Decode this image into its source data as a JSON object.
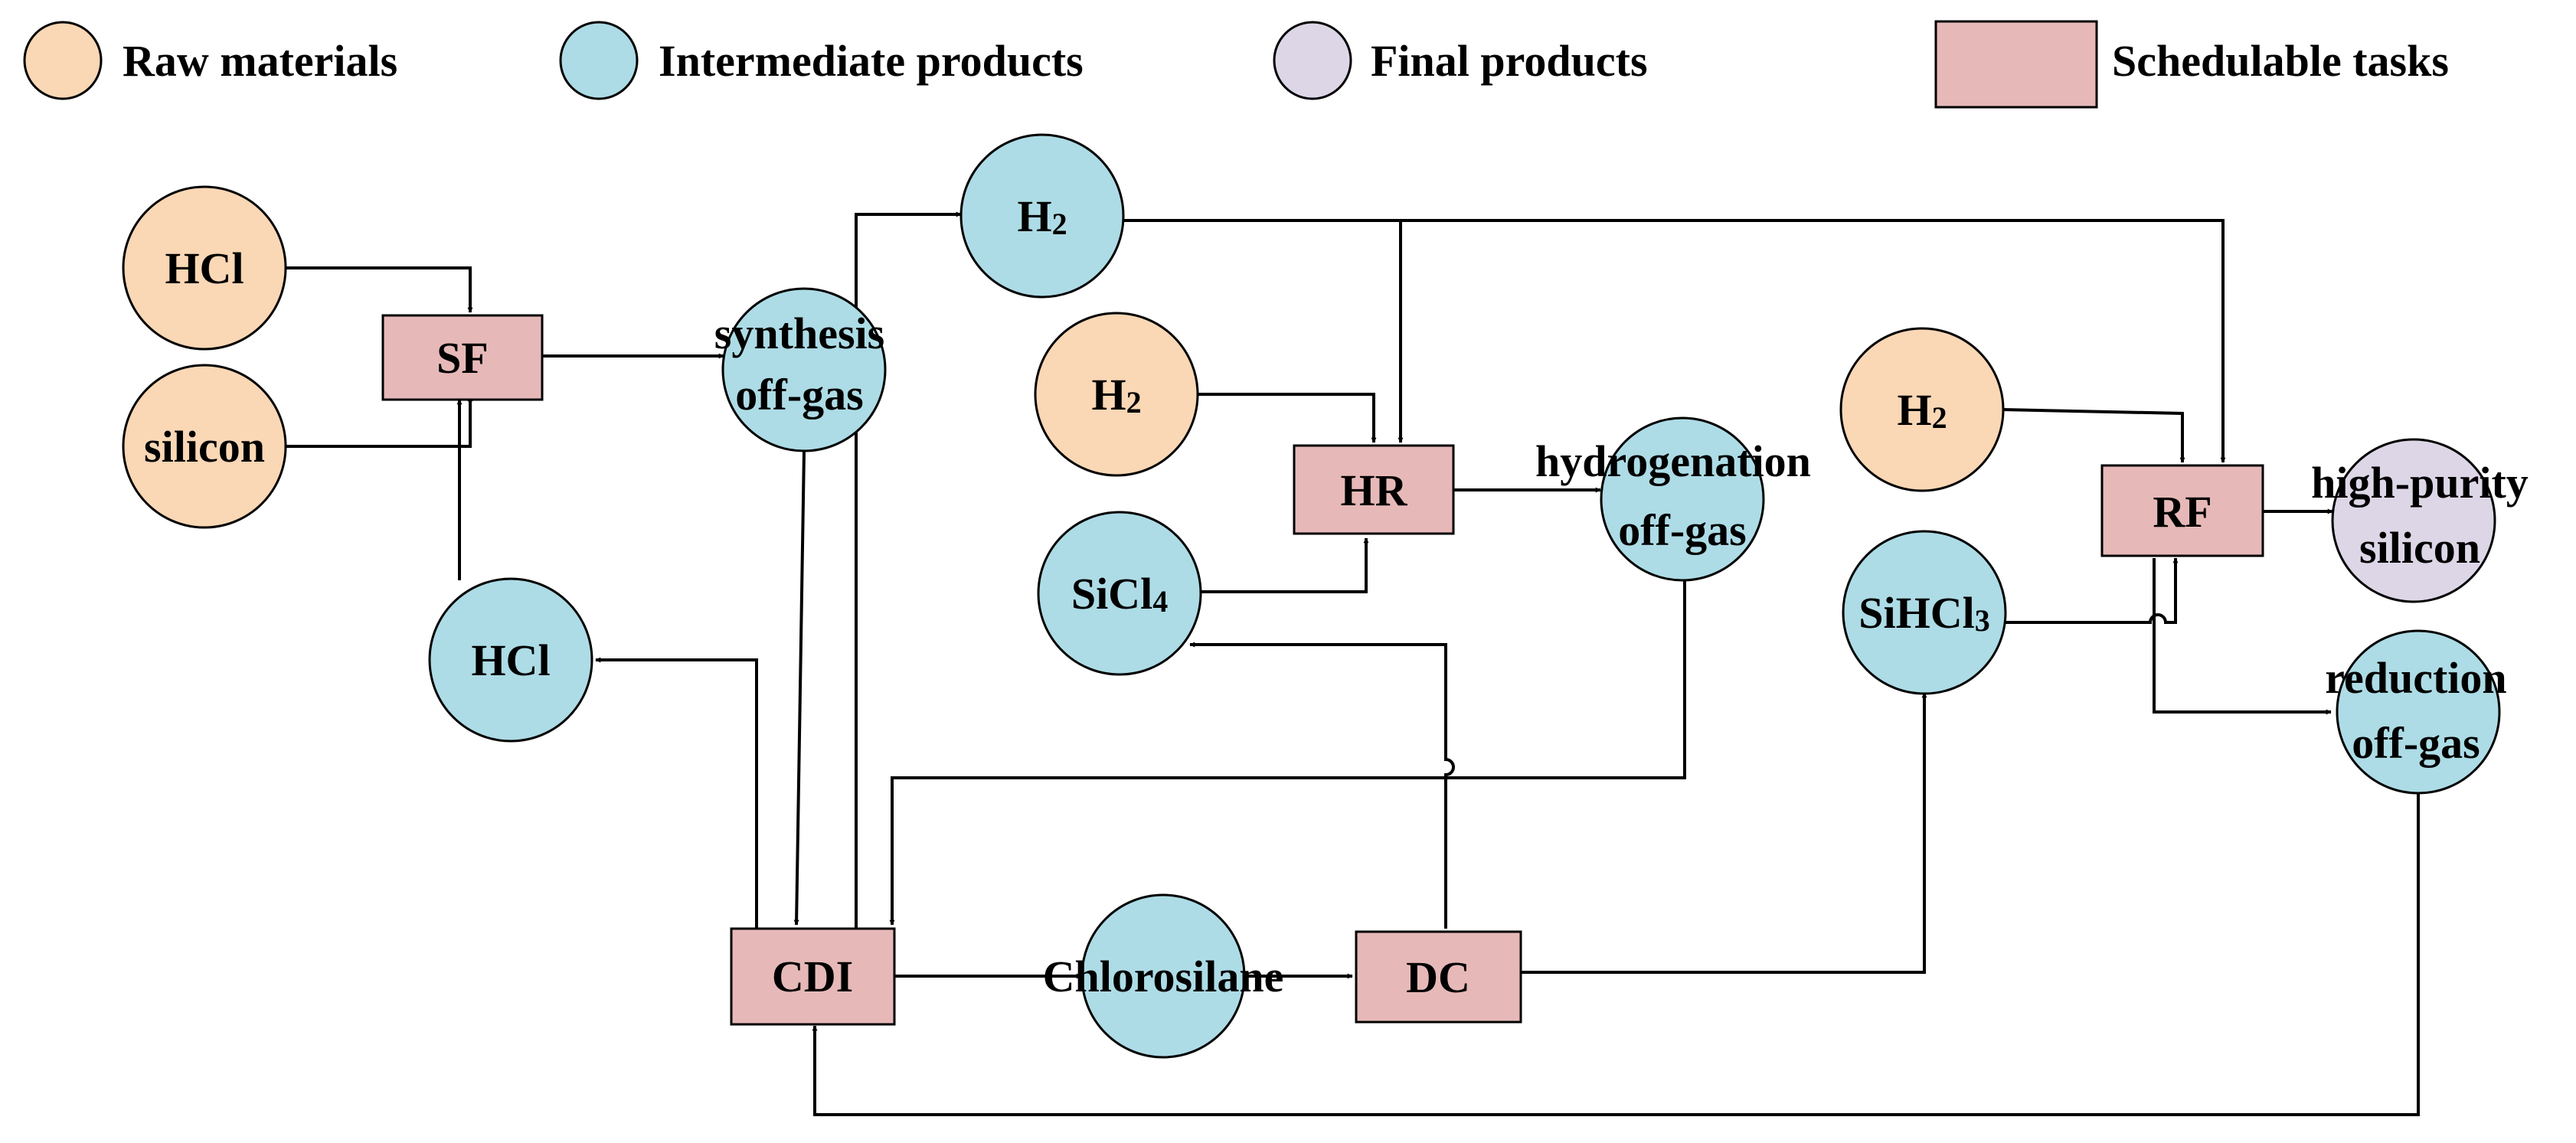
{
  "legend": {
    "raw": "Raw materials",
    "intermediate": "Intermediate products",
    "final": "Final products",
    "tasks": "Schedulable tasks"
  },
  "colors": {
    "raw": "#FAD7B5",
    "intermediate": "#ADDCE6",
    "final": "#DCD6E6",
    "task": "#E6B9B8",
    "stroke": "#000000"
  },
  "nodes": {
    "hcl_raw": "HCl",
    "silicon": "silicon",
    "sf": "SF",
    "synthesis_l1": "synthesis",
    "synthesis_l2": "off-gas",
    "hcl_int": "HCl",
    "h2_int": "H",
    "h2_int_sub": "2",
    "h2_raw_a": "H",
    "h2_raw_a_sub": "2",
    "hr": "HR",
    "sicl4": "SiCl",
    "sicl4_sub": "4",
    "hydro_l1": "hydrogenation",
    "hydro_l2": "off-gas",
    "h2_raw_b": "H",
    "h2_raw_b_sub": "2",
    "rf": "RF",
    "hps_l1": "high-purity",
    "hps_l2": "silicon",
    "sihcl3": "SiHCl",
    "sihcl3_sub": "3",
    "reduction_l1": "reduction",
    "reduction_l2": "off-gas",
    "cdi": "CDI",
    "chlorosilane": "Chlorosilane",
    "dc": "DC"
  }
}
